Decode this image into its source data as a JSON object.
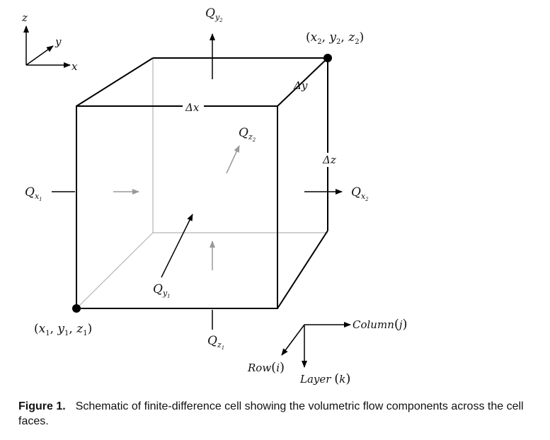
{
  "axes": {
    "z": "z",
    "y": "y",
    "x": "x"
  },
  "flows": {
    "qx1": {
      "base": "Q",
      "sub": "x",
      "subsub": "1"
    },
    "qx2": {
      "base": "Q",
      "sub": "x",
      "subsub": "2"
    },
    "qy1": {
      "base": "Q",
      "sub": "y",
      "subsub": "1"
    },
    "qy2": {
      "base": "Q",
      "sub": "y",
      "subsub": "2"
    },
    "qz1": {
      "base": "Q",
      "sub": "z",
      "subsub": "1"
    },
    "qz2": {
      "base": "Q",
      "sub": "z",
      "subsub": "2"
    }
  },
  "dimensions": {
    "dx": "Δx",
    "dy": "Δy",
    "dz": "Δz"
  },
  "corners": {
    "c1": [
      "(",
      "x",
      "1",
      ", ",
      "y",
      "1",
      ", ",
      "z",
      "1",
      ")"
    ],
    "c2": [
      "(",
      "x",
      "2",
      ", ",
      "y",
      "2",
      ", ",
      "z",
      "2",
      ")"
    ]
  },
  "grid_axes": {
    "column": {
      "name": "Column",
      "index": "j"
    },
    "row": {
      "name": "Row",
      "index": "i"
    },
    "layer": {
      "name": "Layer",
      "index": "k"
    }
  },
  "caption": {
    "label": "Figure 1.",
    "text": "Schematic of finite-difference cell showing the volumetric flow components across the cell faces."
  }
}
